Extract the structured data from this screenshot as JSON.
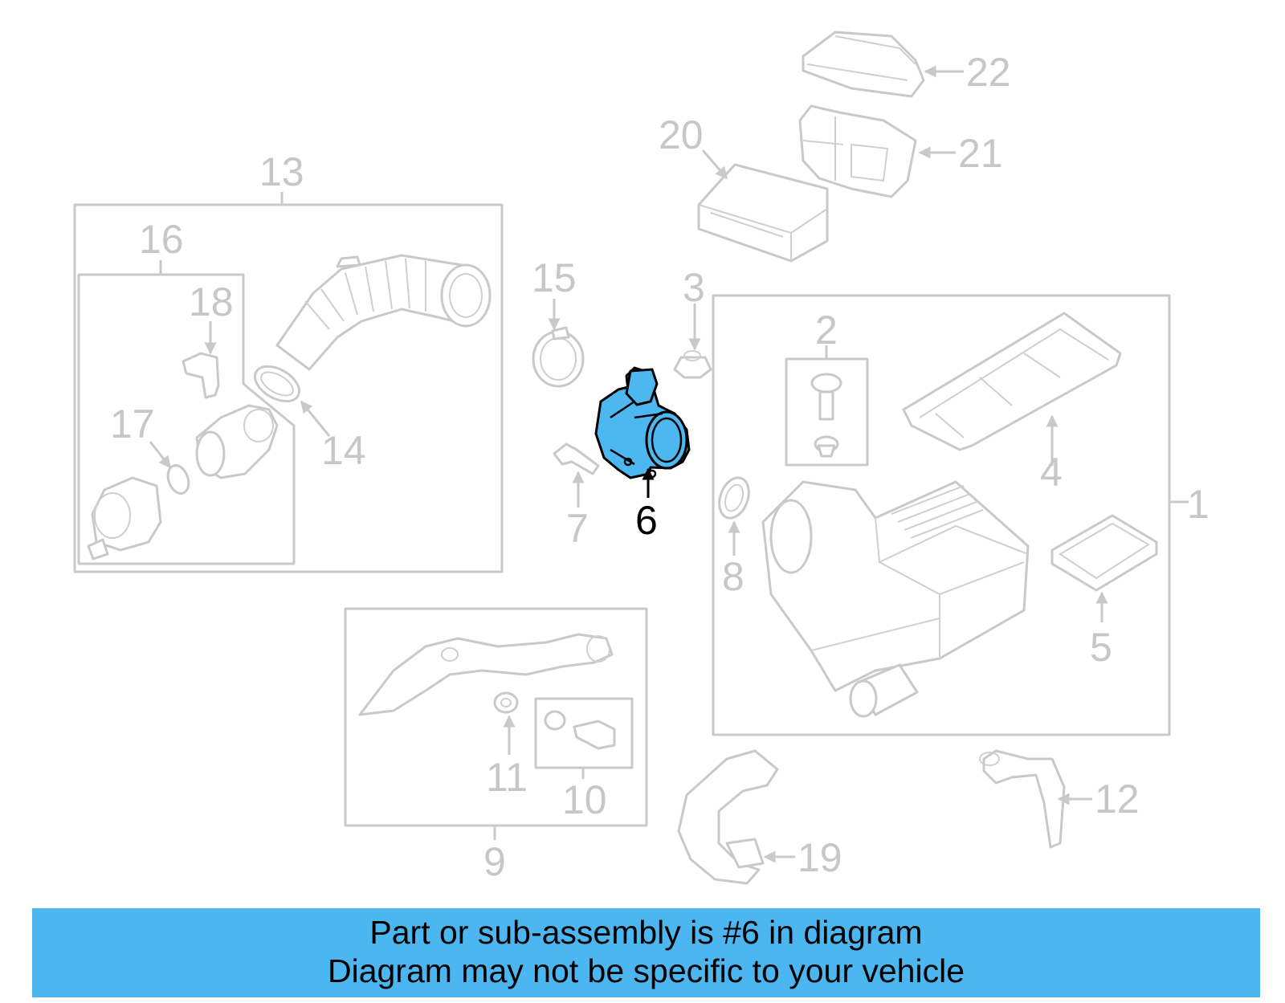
{
  "diagram": {
    "highlight_color": "#4cb6f1",
    "highlighted_part": "6",
    "callouts": [
      "1",
      "2",
      "3",
      "4",
      "5",
      "6",
      "7",
      "8",
      "9",
      "10",
      "11",
      "12",
      "13",
      "14",
      "15",
      "16",
      "17",
      "18",
      "19",
      "20",
      "21",
      "22"
    ]
  },
  "banner": {
    "line1": "Part or sub-assembly is #6 in diagram",
    "line2": "Diagram may not be specific to your vehicle"
  }
}
